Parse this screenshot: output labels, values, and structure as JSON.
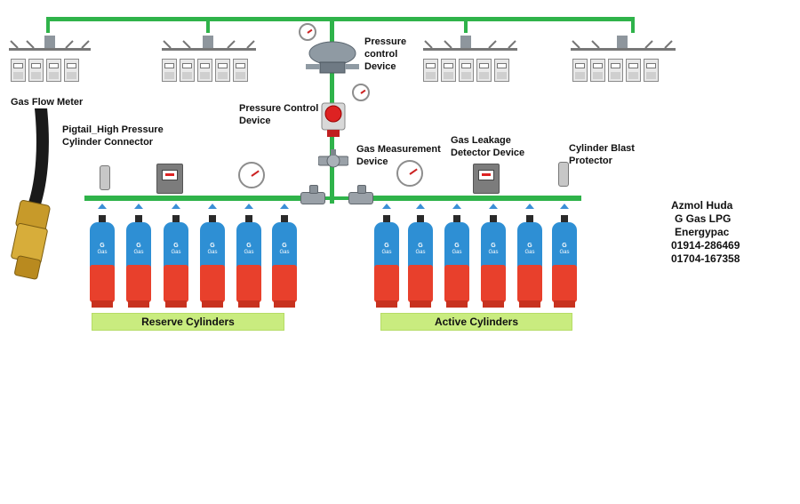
{
  "labels": {
    "gas_flow_meter": "Gas Flow Meter",
    "pigtail": "Pigtail_High Pressure\nCylinder Connector",
    "pressure_control_top": "Pressure\ncontrol\nDevice",
    "pressure_control_mid": "Pressure Control\nDevice",
    "gas_measurement": "Gas Measurement\nDevice",
    "gas_leakage": "Gas Leakage\nDetector Device",
    "cylinder_blast": "Cylinder Blast\nProtector"
  },
  "bands": {
    "reserve": "Reserve Cylinders",
    "active": "Active Cylinders"
  },
  "contact": {
    "name": "Azmol Huda",
    "company": "G Gas LPG",
    "brand": "Energypac",
    "phone1": "01914-286469",
    "phone2": "01704-167358"
  },
  "cylinder_logo": "G\nGas",
  "colors": {
    "pipe": "#2fb34a",
    "cylinder_top": "#2e8fd4",
    "cylinder_bottom": "#e8402c",
    "band": "#c9ec7f"
  }
}
